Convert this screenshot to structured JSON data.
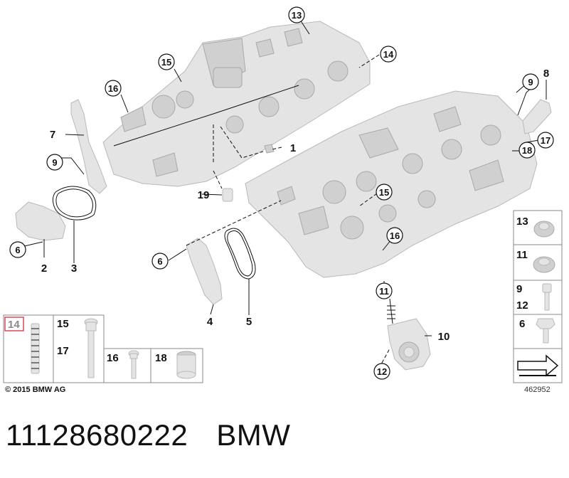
{
  "callouts": {
    "c1": "1",
    "c2": "2",
    "c3": "3",
    "c4": "4",
    "c5": "5",
    "c6a": "6",
    "c6b": "6",
    "c7": "7",
    "c8": "8",
    "c9a": "9",
    "c9b": "9",
    "c10": "10",
    "c11": "11",
    "c12": "12",
    "c13": "13",
    "c14": "14",
    "c15a": "15",
    "c15b": "15",
    "c16a": "16",
    "c16b": "16",
    "c17": "17",
    "c18": "18",
    "c19": "19"
  },
  "legend_bottom": {
    "l14": "14",
    "l15": "15",
    "l17": "17",
    "l16": "16",
    "l18": "18"
  },
  "legend_right": {
    "r13": "13",
    "r11": "11",
    "r9": "9",
    "r12": "12",
    "r6": "6"
  },
  "colors": {
    "highlight": "#d94a5a",
    "line": "#111111",
    "part": "#e4e4e4"
  },
  "footer": {
    "copyright": "© 2015 BMW AG",
    "reference": "462952"
  },
  "caption": {
    "part_number": "11128680222",
    "brand": "BMW"
  }
}
